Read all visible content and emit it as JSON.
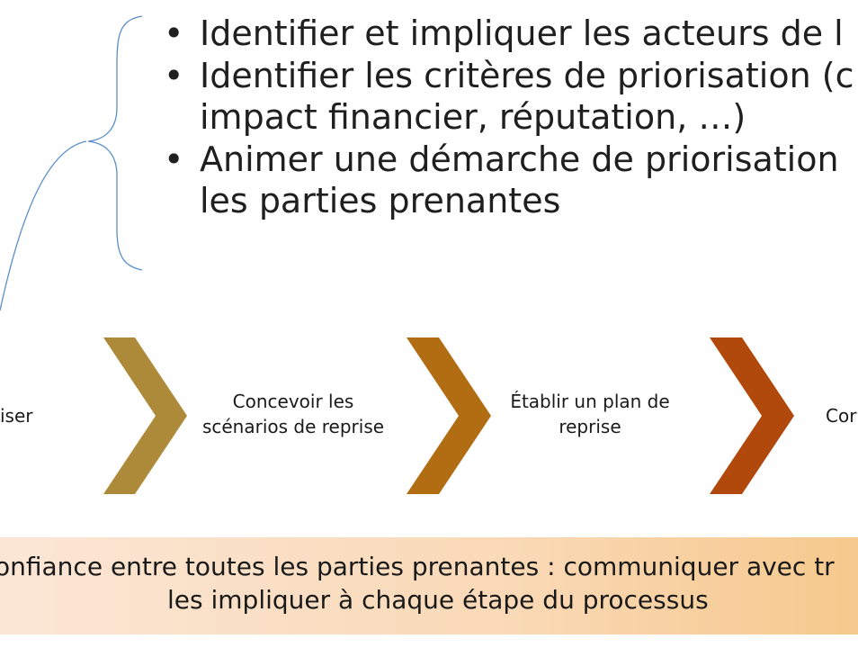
{
  "bullets": [
    {
      "dot": "•",
      "text": "Identifier et impliquer les acteurs de l"
    },
    {
      "dot": "•",
      "text": "Identifier les critères de priorisation (c\nimpact financier, réputation, …)"
    },
    {
      "dot": "•",
      "text": "Animer une démarche de priorisation\nles parties prenantes"
    }
  ],
  "steps": [
    {
      "label": "iser"
    },
    {
      "label": "Concevoir les\nscénarios de reprise"
    },
    {
      "label": "Établir un plan de\nreprise"
    },
    {
      "label": "Cor"
    }
  ],
  "colors": {
    "bracket": "#5b8fc9",
    "chevron_1": "#ad8a3a",
    "chevron_2": "#b26c12",
    "chevron_3": "#b2490c"
  },
  "banner": {
    "line1": "onfiance entre toutes les parties prenantes : communiquer avec tr",
    "line2": "les impliquer à chaque étape du processus"
  }
}
